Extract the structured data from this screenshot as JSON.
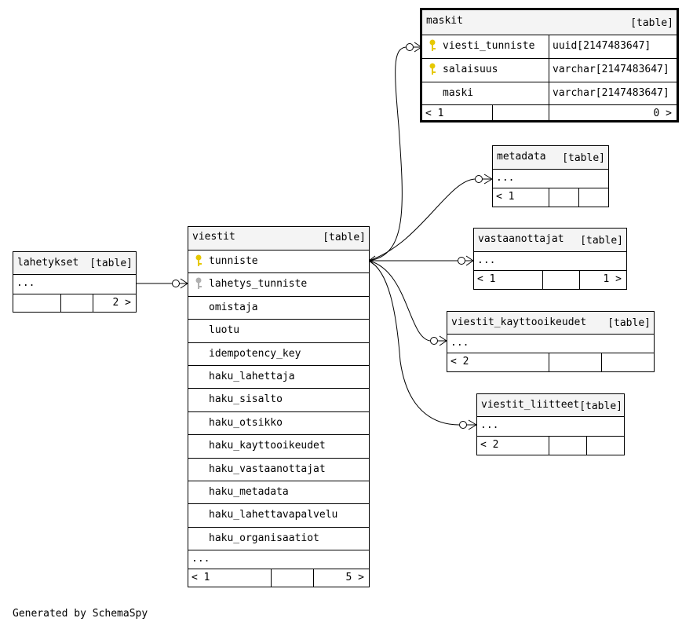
{
  "tables": {
    "maskit": {
      "name": "maskit",
      "kind": "[table]",
      "columns": [
        {
          "name": "viesti_tunniste",
          "type": "uuid[2147483647]",
          "key": "primary"
        },
        {
          "name": "salaisuus",
          "type": "varchar[2147483647]",
          "key": "primary"
        },
        {
          "name": "maski",
          "type": "varchar[2147483647]",
          "key": ""
        }
      ],
      "parents": "< 1",
      "children": "0 >"
    },
    "metadata": {
      "name": "metadata",
      "kind": "[table]",
      "more": "...",
      "parents": "< 1",
      "children": ""
    },
    "vastaanottajat": {
      "name": "vastaanottajat",
      "kind": "[table]",
      "more": "...",
      "parents": "< 1",
      "children": "1 >"
    },
    "viestit_kayttooikeudet": {
      "name": "viestit_kayttooikeudet",
      "kind": "[table]",
      "more": "...",
      "parents": "< 2",
      "children": ""
    },
    "viestit_liitteet": {
      "name": "viestit_liitteet",
      "kind": "[table]",
      "more": "...",
      "parents": "< 2",
      "children": ""
    },
    "lahetykset": {
      "name": "lahetykset",
      "kind": "[table]",
      "more": "...",
      "parents": "",
      "children": "2 >"
    },
    "viestit": {
      "name": "viestit",
      "kind": "[table]",
      "columns": [
        {
          "name": "tunniste",
          "key": "primary"
        },
        {
          "name": "lahetys_tunniste",
          "key": "foreign"
        },
        {
          "name": "omistaja",
          "key": ""
        },
        {
          "name": "luotu",
          "key": ""
        },
        {
          "name": "idempotency_key",
          "key": ""
        },
        {
          "name": "haku_lahettaja",
          "key": ""
        },
        {
          "name": "haku_sisalto",
          "key": ""
        },
        {
          "name": "haku_otsikko",
          "key": ""
        },
        {
          "name": "haku_kayttooikeudet",
          "key": ""
        },
        {
          "name": "haku_vastaanottajat",
          "key": ""
        },
        {
          "name": "haku_metadata",
          "key": ""
        },
        {
          "name": "haku_lahettavapalvelu",
          "key": ""
        },
        {
          "name": "haku_organisaatiot",
          "key": ""
        }
      ],
      "more": "...",
      "parents": "< 1",
      "children": "5 >"
    }
  },
  "colors": {
    "primary_key": "#e6c800",
    "foreign_key": "#b0b0b0",
    "header_bg": "#f4f4f4"
  },
  "footer": "Generated by SchemaSpy"
}
